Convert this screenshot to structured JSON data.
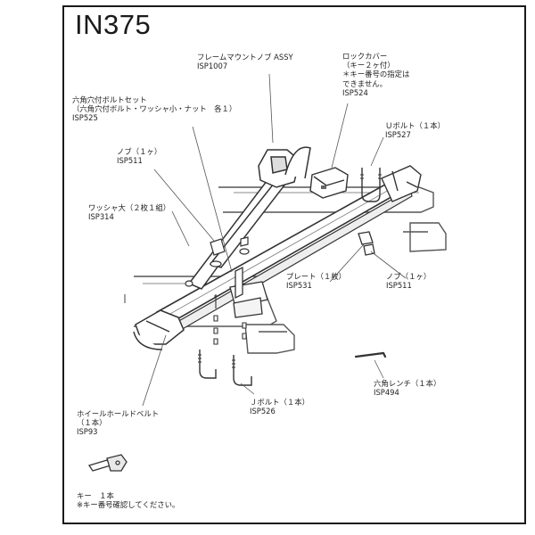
{
  "title": "IN375",
  "parts": {
    "frame_mount_knob": {
      "name": "フレームマウントノブ ASSY",
      "code": "ISP1007"
    },
    "lock_cover": {
      "name": "ロックカバー",
      "qty": "（キー２ヶ付）",
      "note1": "＊キー番号の指定は",
      "note2": "できません。",
      "code": "ISP524"
    },
    "hex_bolt_set": {
      "name": "六角穴付ボルトセット",
      "detail": "（六角穴付ボルト・ワッシャ小・ナット　各１）",
      "code": "ISP525"
    },
    "u_bolt": {
      "name": "Ｕボルト（１本）",
      "code": "ISP527"
    },
    "knob_left": {
      "name": "ノブ（１ヶ）",
      "code": "ISP511"
    },
    "washer_large": {
      "name": "ワッシャ大（２枚１組）",
      "code": "ISP314"
    },
    "plate": {
      "name": "プレート（１枚）",
      "code": "ISP531"
    },
    "knob_right": {
      "name": "ノブ（１ヶ）",
      "code": "ISP511"
    },
    "hex_wrench": {
      "name": "六角レンチ（１本）",
      "code": "ISP494"
    },
    "j_bolt": {
      "name": "Ｊボルト（１本）",
      "code": "ISP526"
    },
    "wheel_belt": {
      "name": "ホイールホールドベルト",
      "qty": "（１本）",
      "code": "ISP93"
    },
    "key": {
      "name": "キー　１本",
      "note": "※キー番号確認してください。"
    }
  }
}
